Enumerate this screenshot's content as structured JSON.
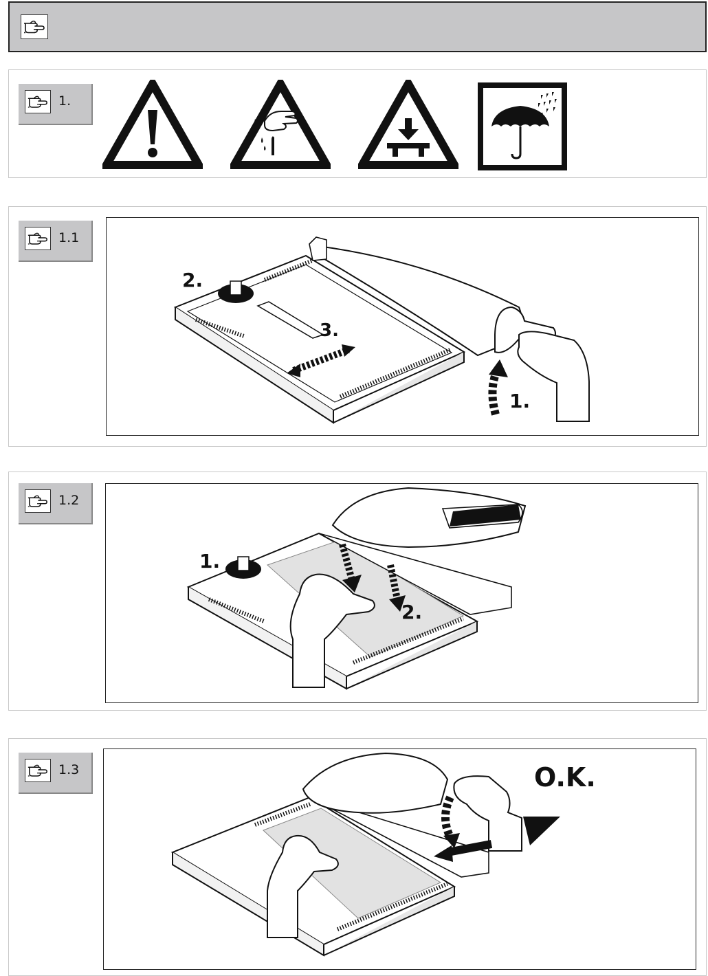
{
  "steps": [
    {
      "label": "1."
    },
    {
      "label": "1.1",
      "callouts": [
        "1.",
        "2.",
        "3."
      ]
    },
    {
      "label": "1.2",
      "callouts": [
        "1.",
        "2."
      ]
    },
    {
      "label": "1.3",
      "callouts": [
        "O.K."
      ]
    }
  ],
  "icons": {
    "header": "pointing-hand-icon",
    "step": "pointing-hand-icon",
    "symbols": [
      "general-warning-icon",
      "cut-hazard-icon",
      "heavy-load-icon",
      "keep-dry-icon"
    ]
  },
  "colors": {
    "panel_gray": "#c6c6c8",
    "line": "#111111",
    "paper": "#e2e2e2"
  }
}
